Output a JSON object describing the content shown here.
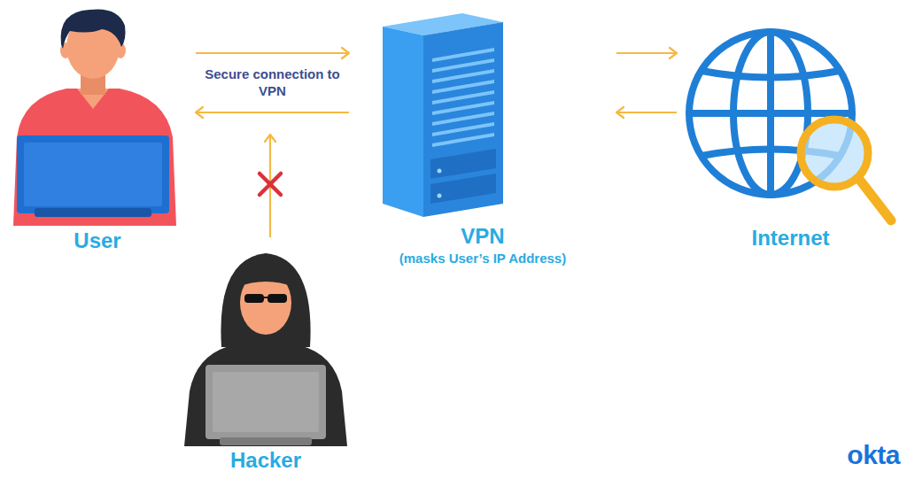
{
  "diagram": {
    "nodes": [
      {
        "text": [
          "User"
        ]
      },
      {
        "text": [
          "VPN",
          "(masks User’s IP Address)"
        ]
      },
      {
        "text": [
          "Internet"
        ]
      },
      {
        "text": [
          "Hacker"
        ]
      }
    ],
    "edges": [
      {
        "from": 0,
        "to": 1,
        "arrow": "to",
        "label": "Secure connection to VPN"
      },
      {
        "from": 1,
        "to": 0,
        "arrow": "to"
      },
      {
        "from": 1,
        "to": 2,
        "arrow": "to"
      },
      {
        "from": 2,
        "to": 1,
        "arrow": "to"
      }
    ],
    "labels": [
      "okta"
    ]
  }
}
